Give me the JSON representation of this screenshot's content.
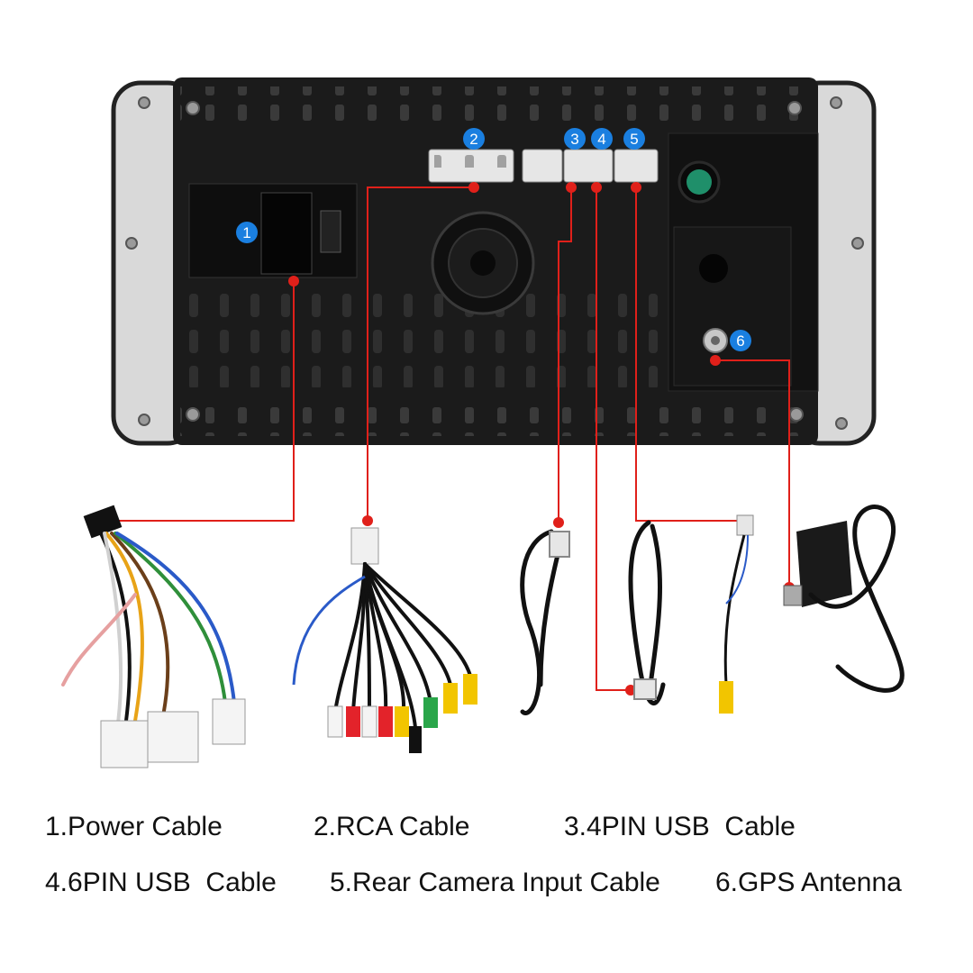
{
  "colors": {
    "leader": "#e0201a",
    "badge": "#1a7fe0",
    "chassis": "#1b1b1b",
    "bracket": "#d9d9d9",
    "connector": "#e6e6e6"
  },
  "callouts": [
    {
      "number": "1"
    },
    {
      "number": "2"
    },
    {
      "number": "3"
    },
    {
      "number": "4"
    },
    {
      "number": "5"
    },
    {
      "number": "6"
    }
  ],
  "legend": [
    {
      "label": "1.Power Cable"
    },
    {
      "label": "2.RCA Cable"
    },
    {
      "label": "3.4PIN USB  Cable"
    },
    {
      "label": "4.6PIN USB  Cable"
    },
    {
      "label": "5.Rear Camera Input Cable"
    },
    {
      "label": "6.GPS Antenna"
    }
  ]
}
